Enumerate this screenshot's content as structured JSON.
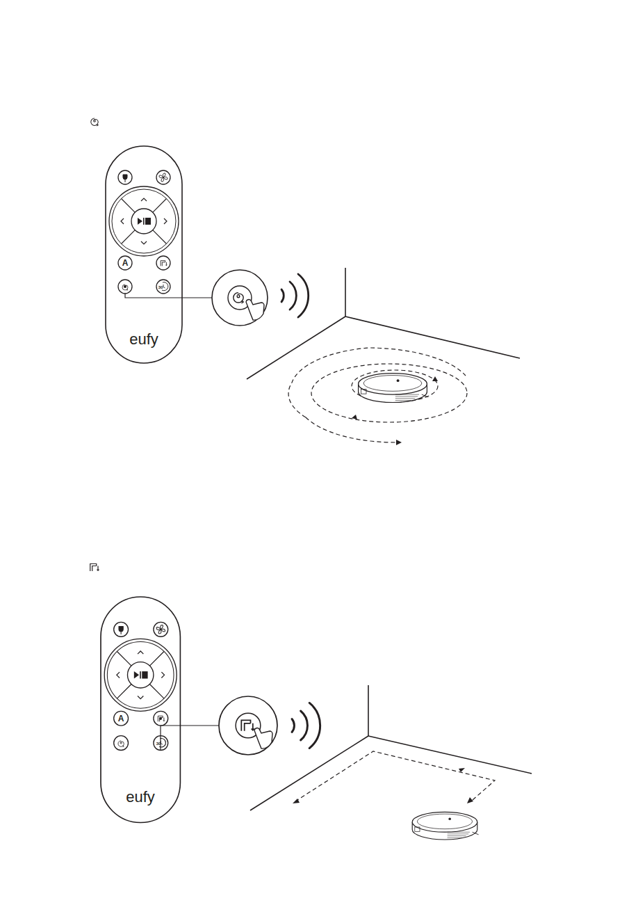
{
  "diagram": {
    "labels": [
      "A",
      "30",
      "eufy",
      "A",
      "30",
      "eufy"
    ]
  }
}
